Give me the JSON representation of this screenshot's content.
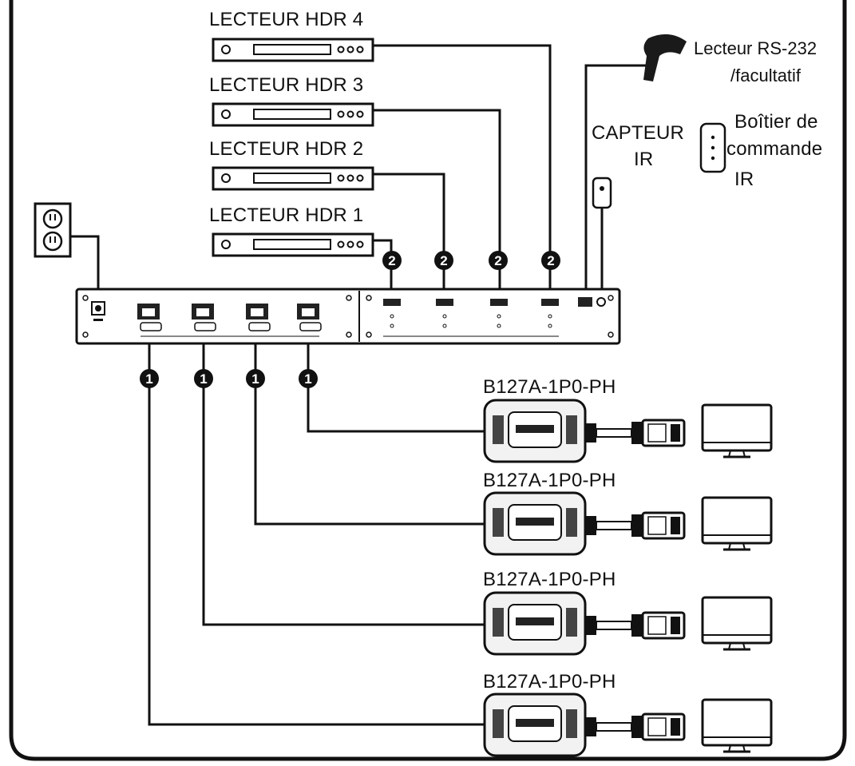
{
  "players": [
    {
      "label": "LECTEUR HDR 4"
    },
    {
      "label": "LECTEUR HDR 3"
    },
    {
      "label": "LECTEUR HDR 2"
    },
    {
      "label": "LECTEUR HDR 1"
    }
  ],
  "rs232_reader": {
    "line1": "Lecteur RS-232",
    "line2": "/facultatif"
  },
  "ir_sensor": {
    "line1": "CAPTEUR",
    "line2": "IR"
  },
  "ir_remote": {
    "line1": "Boîtier de",
    "line2": "commande",
    "line3": "IR"
  },
  "receivers": [
    {
      "label": "B127A-1P0-PH"
    },
    {
      "label": "B127A-1P0-PH"
    },
    {
      "label": "B127A-1P0-PH"
    },
    {
      "label": "B127A-1P0-PH"
    }
  ],
  "step_markers": {
    "output": "1",
    "input": "2"
  },
  "colors": {
    "line": "#111111",
    "background": "#ffffff",
    "device_fill": "#f2f2f2"
  },
  "icons": [
    "wall-outlet-icon",
    "barcode-scanner-icon",
    "ir-remote-icon",
    "ir-sensor-icon",
    "monitor-icon",
    "hdmi-plug-icon"
  ]
}
